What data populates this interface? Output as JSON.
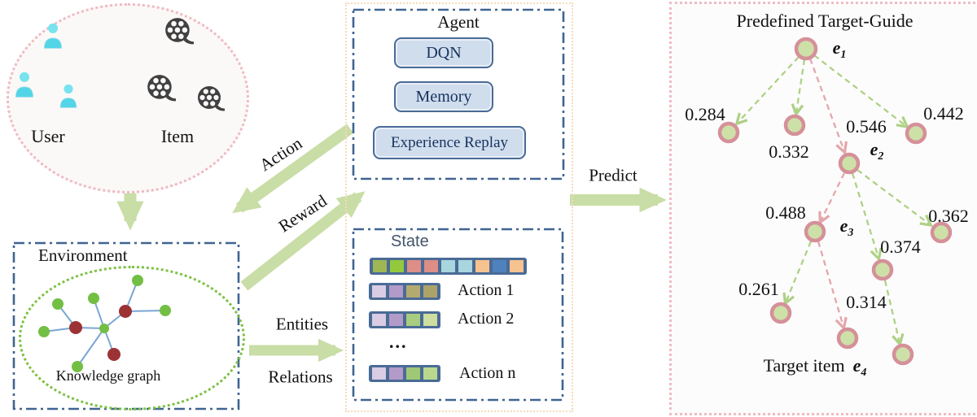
{
  "users_items": {
    "user_label": "User",
    "item_label": "Item"
  },
  "environment": {
    "title": "Environment",
    "caption": "Knowledge graph"
  },
  "agent": {
    "title": "Agent",
    "modules": [
      "DQN",
      "Memory",
      "Experience Replay"
    ]
  },
  "state": {
    "title": "State",
    "ellipsis": "...",
    "state_colors": [
      "#9fb753",
      "#94c93d",
      "#dd8e87",
      "#dd8e87",
      "#a9d6de",
      "#a9d6de",
      "#f6c28f",
      "#4f81bd",
      "#f6c28f"
    ],
    "actions": [
      {
        "label": "Action 1",
        "colors": [
          "#d9cce4",
          "#b29ac9",
          "#b3aa70",
          "#aca368"
        ]
      },
      {
        "label": "Action 2",
        "colors": [
          "#d9cce4",
          "#b29ac9",
          "#a8cc80",
          "#cede9e"
        ]
      },
      {
        "label": "Action n",
        "colors": [
          "#d9cce4",
          "#b29ac9",
          "#9fc876",
          "#b9d88e"
        ]
      }
    ]
  },
  "flows": {
    "action": "Action",
    "reward": "Reward",
    "entities": "Entities",
    "relations": "Relations",
    "predict": "Predict"
  },
  "target_guide": {
    "title": "Predefined Target-Guide",
    "target_item_label": "Target item",
    "entities": [
      {
        "base": "e",
        "sub": "1"
      },
      {
        "base": "e",
        "sub": "2"
      },
      {
        "base": "e",
        "sub": "3"
      },
      {
        "base": "e",
        "sub": "4"
      }
    ],
    "probs": {
      "n1": "0.284",
      "n2": "0.332",
      "n3": "0.546",
      "n4": "0.442",
      "n5": "0.488",
      "n6": "0.362",
      "n7": "0.374",
      "n8": "0.261",
      "n9": "0.314"
    }
  },
  "icons": [
    "user-icon",
    "film-reel-icon"
  ],
  "colors": {
    "flow_arrow_green": "#c9dda6",
    "tree_node_fill": "#cde0a8",
    "tree_node_ring": "#d59099",
    "tree_edge_green": "#aed186",
    "tree_edge_pink": "#e4a6ab",
    "kg_node_green": "#72bf44",
    "kg_node_red": "#9c3234",
    "kg_edge_blue": "#7aa6d4",
    "vector_bar_bg": "#4a6b96",
    "module_fill": "#cfdded",
    "module_border": "#4a6b96",
    "box_dashdot_blue": "#3f6492",
    "panel_dot_pink": "#eebcc4",
    "frame_dot_peach": "#f7dabc"
  }
}
